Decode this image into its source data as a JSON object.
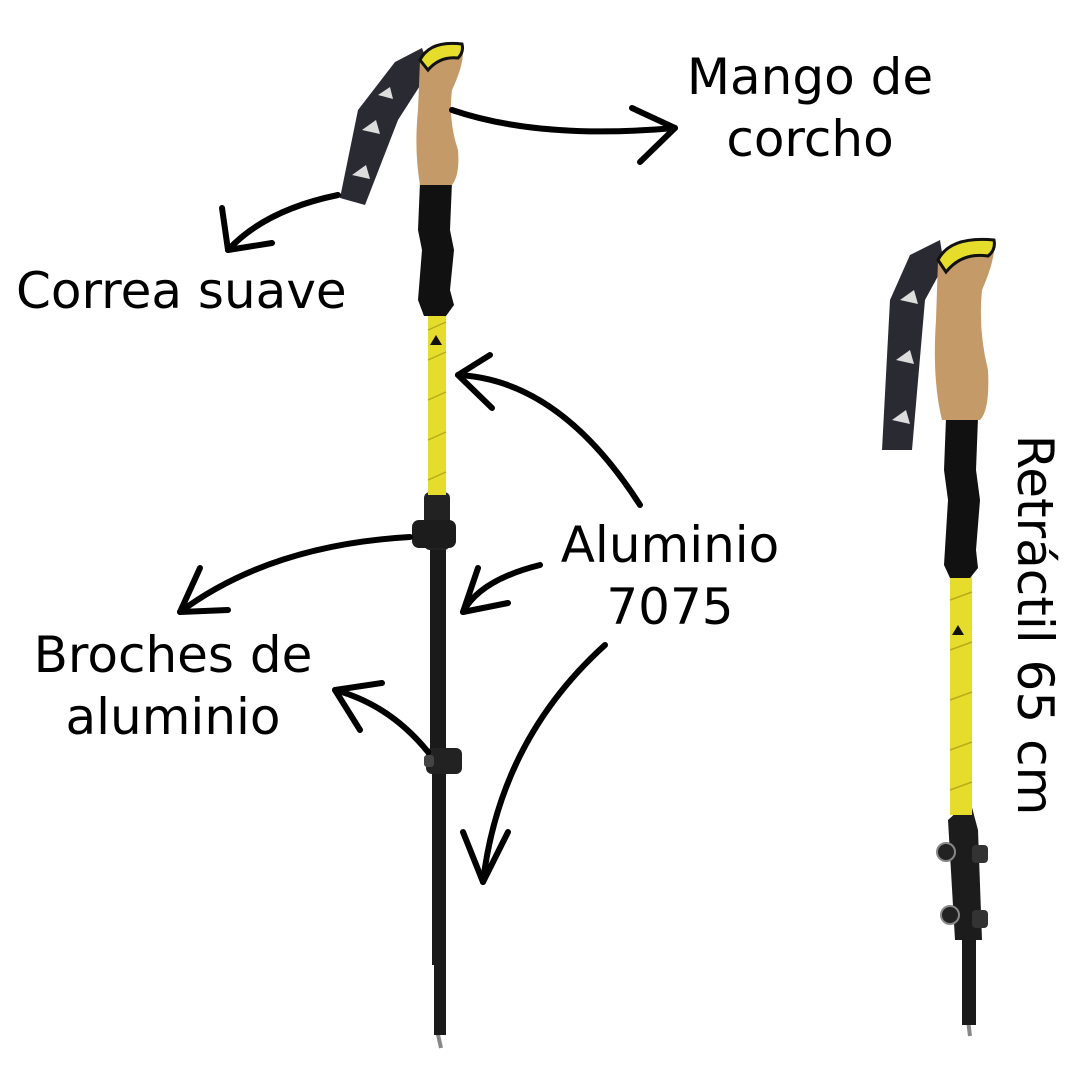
{
  "labels": {
    "handle": {
      "line1": "Mango de",
      "line2": "corcho"
    },
    "strap": "Correa suave",
    "aluminum": {
      "line1": "Aluminio",
      "line2": "7075"
    },
    "clips": {
      "line1": "Broches de",
      "line2": "aluminio"
    },
    "retractable": "Retráctil 65 cm"
  },
  "colors": {
    "shaft_yellow": "#e6dc2c",
    "cork": "#c49a68",
    "foam": "#111111",
    "lower_shaft": "#1a1a1a",
    "strap": "#2a2a33",
    "arrow": "#000000"
  }
}
